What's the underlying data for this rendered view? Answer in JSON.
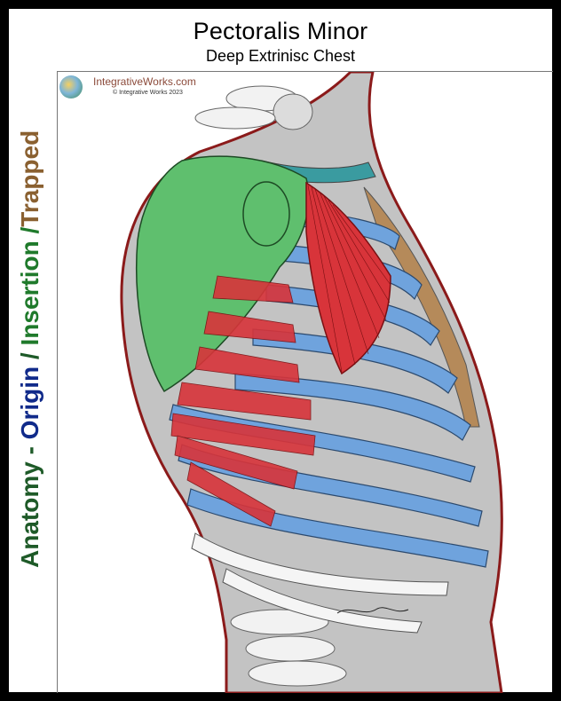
{
  "header": {
    "title": "Pectoralis Minor",
    "subtitle": "Deep Extrinisc Chest"
  },
  "side_title": {
    "anatomy": "Anatomy - ",
    "origin": "Origin",
    "sep1": " / ",
    "insertion": "Insertion",
    "sep2": " /",
    "trapped": "Trapped"
  },
  "branding": {
    "name": "IntegrativeWorks.com",
    "copyright": "© Integrative Works 2023"
  },
  "colors": {
    "origin_bone": "#6fa3dd",
    "insertion_bone": "#5fbf6e",
    "muscle": "#d8343a",
    "body_outline": "#8b1a1a",
    "body_fill": "#c3c3c3",
    "cartilage": "#b58a5a"
  }
}
